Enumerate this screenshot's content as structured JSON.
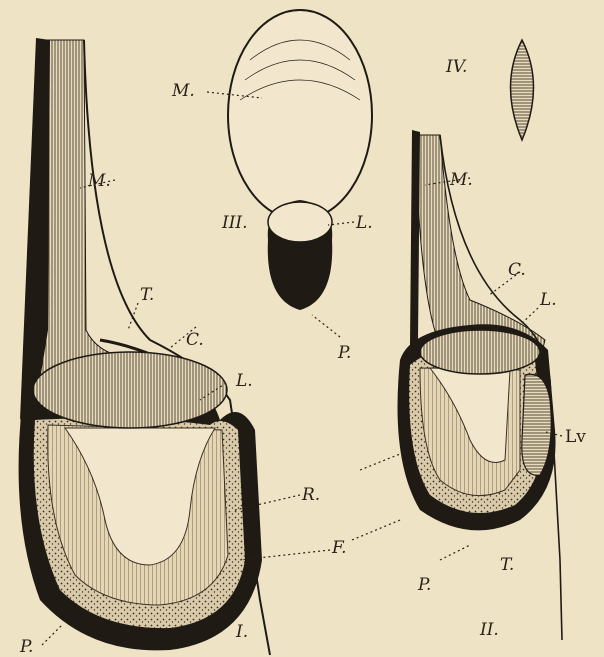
{
  "figure": {
    "paper_color": "#efe3c6",
    "ink_color": "#1f1a14",
    "panels": [
      {
        "id": "I",
        "numeral": "I.",
        "labels": {
          "M": "M.",
          "T": "T.",
          "C": "C.",
          "L": "L.",
          "R": "R.",
          "F": "F.",
          "P": "P."
        }
      },
      {
        "id": "II",
        "numeral": "II.",
        "labels": {
          "M": "M.",
          "C": "C.",
          "L": "L.",
          "Lv": "Lv",
          "T": "T.",
          "P": "P."
        }
      },
      {
        "id": "III",
        "numeral": "III.",
        "labels": {
          "M": "M.",
          "L": "L.",
          "P": "P."
        }
      },
      {
        "id": "IV",
        "numeral": "IV."
      }
    ]
  }
}
